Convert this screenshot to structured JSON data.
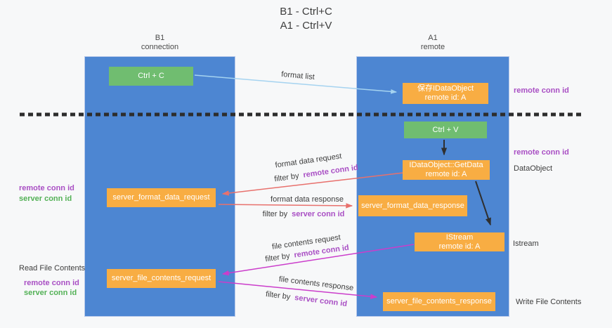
{
  "title": {
    "line1": "B1 - Ctrl+C",
    "line2": "A1 - Ctrl+V"
  },
  "lanes": {
    "left": {
      "name": "B1",
      "role": "connection"
    },
    "right": {
      "name": "A1",
      "role": "remote"
    }
  },
  "nodes": {
    "ctrl_c": {
      "label": "Ctrl + C"
    },
    "save_idataobject": {
      "line1": "保存IDataObject",
      "line2": "remote id: A"
    },
    "ctrl_v": {
      "label": "Ctrl + V"
    },
    "getdata": {
      "line1": "IDataObject::GetData",
      "line2": "remote id: A"
    },
    "format_request": {
      "label": "server_format_data_request"
    },
    "format_response": {
      "label": "server_format_data_response"
    },
    "istream": {
      "line1": "IStream",
      "line2": "remote id: A"
    },
    "file_request": {
      "label": "server_file_contents_request"
    },
    "file_response": {
      "label": "server_file_contents_response"
    }
  },
  "edge_labels": {
    "format_list": "format list",
    "format_data_request": "format data request",
    "format_data_response": "format data response",
    "file_contents_request": "file contents request",
    "file_contents_response": "file contents response",
    "filter_by": "filter by",
    "remote_conn_id": "remote conn id",
    "server_conn_id": "server conn id"
  },
  "side_labels": {
    "left_remote_conn_id": "remote conn id",
    "left_server_conn_id": "server conn id",
    "read_file_contents": "Read File Contents",
    "right_remote_conn_id_top": "remote conn id",
    "right_remote_conn_id_mid": "remote conn id",
    "dataobject": "DataObject",
    "istream": "Istream",
    "write_file_contents": "Write File Contents"
  },
  "colors": {
    "bg": "#f7f8f9",
    "lane_blue": "#4d86d2",
    "box_orange": "#f8ad43",
    "box_green": "#70bd70",
    "text_dark": "#3d3d3d",
    "purple": "#a94fc4",
    "green_label": "#53b156",
    "arrow_red": "#e8716d",
    "arrow_magenta": "#cb3dcb",
    "arrow_lightblue": "#a5d3f0",
    "arrow_black": "#2f2f2f"
  }
}
